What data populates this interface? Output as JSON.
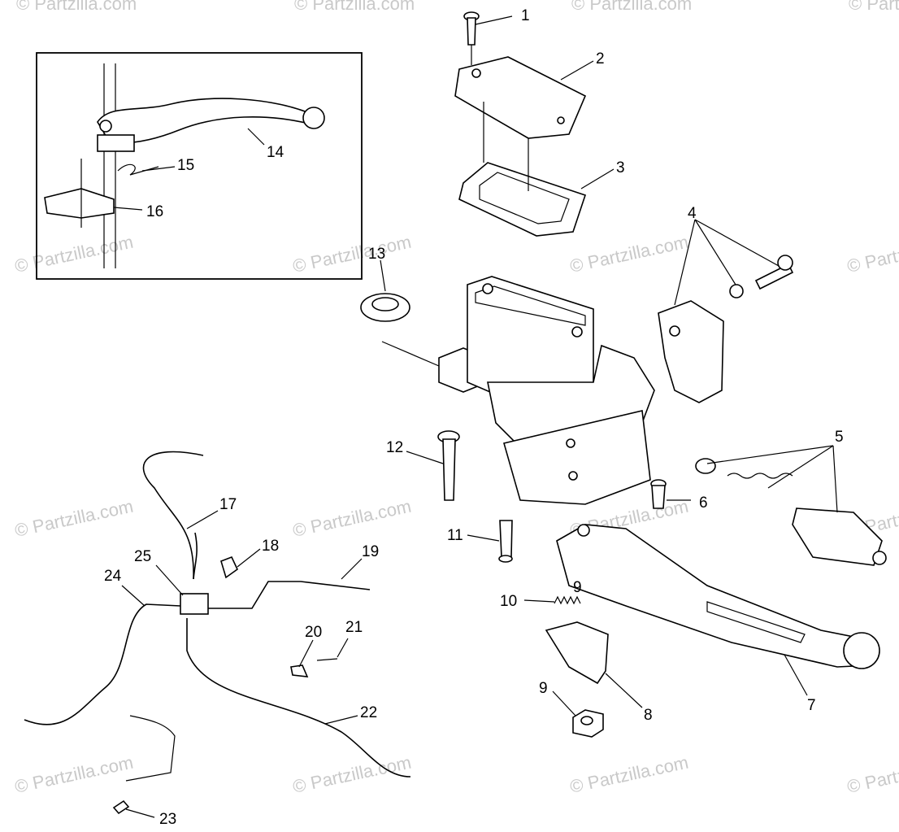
{
  "watermark": {
    "text": "© Partzilla.com",
    "color": "#c9c9c9"
  },
  "callouts": [
    "1",
    "2",
    "3",
    "4",
    "5",
    "6",
    "7",
    "8",
    "9",
    "9",
    "10",
    "11",
    "12",
    "13",
    "14",
    "15",
    "16",
    "17",
    "18",
    "19",
    "20",
    "21",
    "22",
    "23",
    "24",
    "25"
  ],
  "colors": {
    "line": "#000000",
    "background": "#ffffff",
    "shade": "#cfcfcf"
  }
}
